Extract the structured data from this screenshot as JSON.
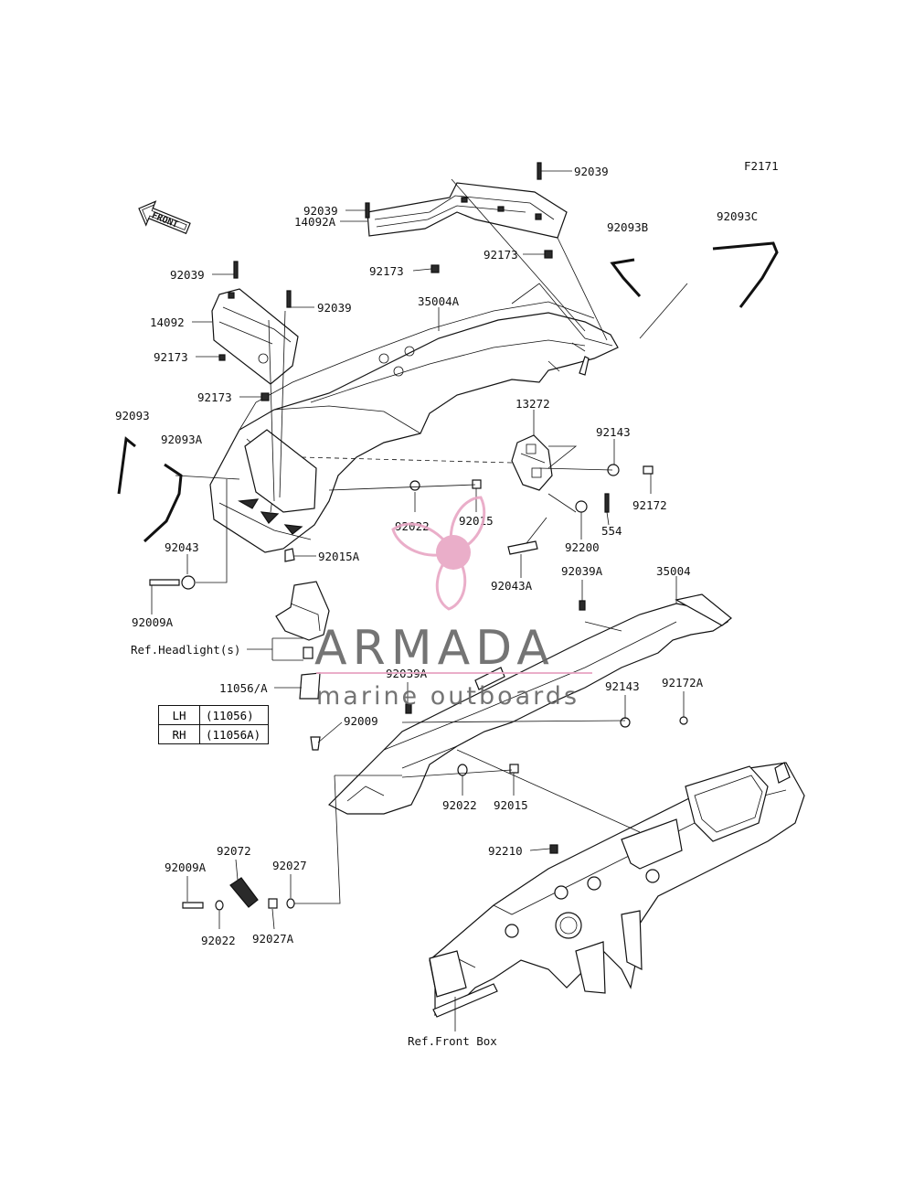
{
  "figure_code": "F2171",
  "front_label": "FRONT",
  "callouts": {
    "c92039_top_right": "92039",
    "c92039_upper": "92039",
    "c14092A": "14092A",
    "c92173_mid": "92173",
    "c92173_right": "92173",
    "c92093B": "92093B",
    "c92093C": "92093C",
    "c92039_left": "92039",
    "c92039_left2": "92039",
    "c35004A": "35004A",
    "c14092": "14092",
    "c92173_left": "92173",
    "c92173_left2": "92173",
    "c92093": "92093",
    "c92093A": "92093A",
    "c13272": "13272",
    "c92143_upper": "92143",
    "c92172": "92172",
    "c92022_upper": "92022",
    "c92015_upper": "92015",
    "c554": "554",
    "c92200": "92200",
    "c92043": "92043",
    "c92015A": "92015A",
    "c92043A": "92043A",
    "c92009A_upper": "92009A",
    "c92039A_upper": "92039A",
    "c35004": "35004",
    "ref_headlight": "Ref.Headlight(s)",
    "c11056A": "11056/A",
    "c92039A_mid": "92039A",
    "c92143_lower": "92143",
    "c92172A": "92172A",
    "c92009": "92009",
    "c92022_lower": "92022",
    "c92015_lower": "92015",
    "c92210": "92210",
    "c92072": "92072",
    "c92027": "92027",
    "c92009A_lower": "92009A",
    "c92022_bottom": "92022",
    "c92027A": "92027A",
    "ref_front_box": "Ref.Front Box"
  },
  "legend": [
    {
      "side": "LH",
      "part": "(11056)"
    },
    {
      "side": "RH",
      "part": "(11056A)"
    }
  ],
  "watermark": {
    "brand": "ARMADA",
    "tagline": "marine outboards",
    "color": "#e8a6c4"
  }
}
